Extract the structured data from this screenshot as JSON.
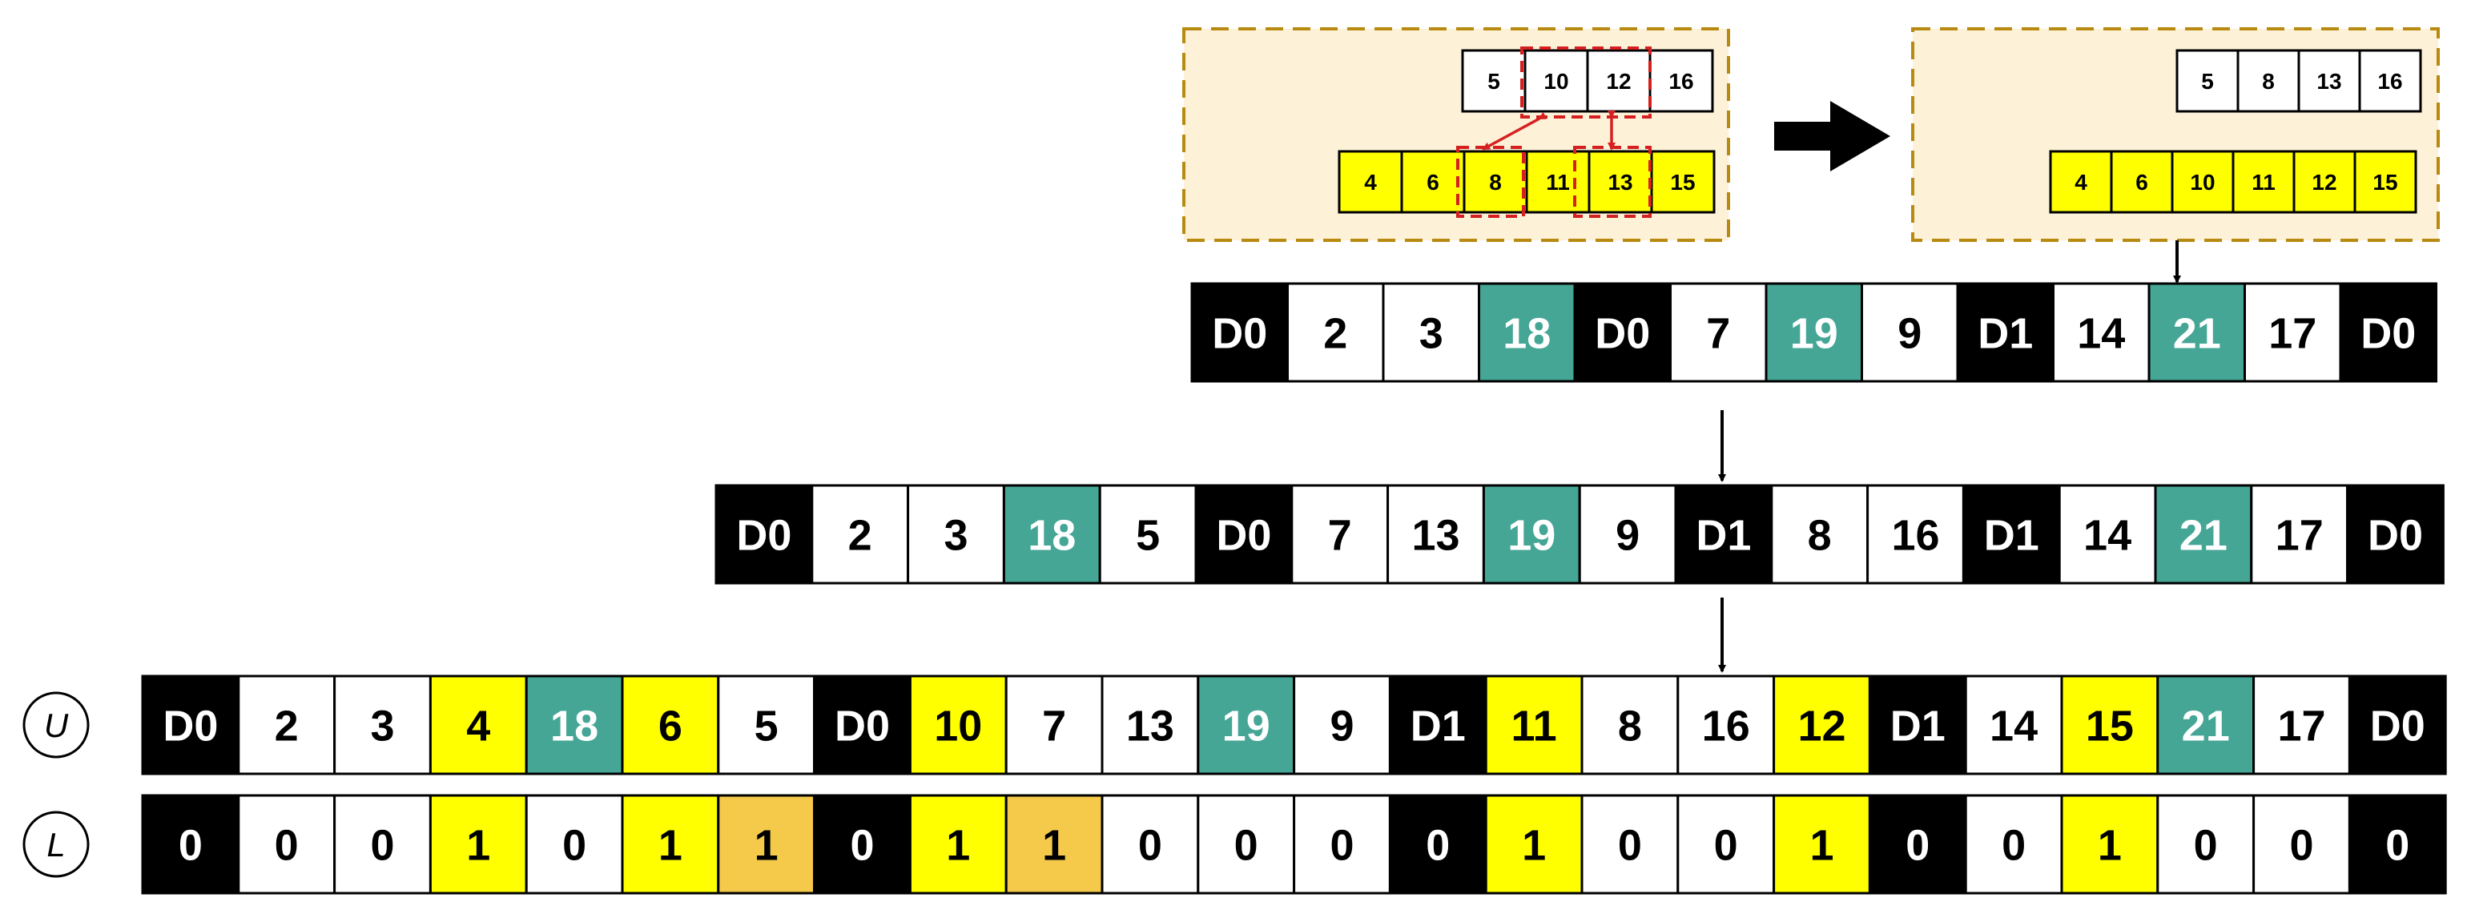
{
  "colors": {
    "black": "#000000",
    "white": "#ffffff",
    "teal": "#45a696",
    "yellow": "#ffff00",
    "orange": "#f5c94a",
    "panel_fill": "#fdf1d8",
    "panel_border": "#b88a10",
    "red": "#d62020"
  },
  "merge_panels": {
    "before": {
      "top_row": [
        "5",
        "10",
        "12",
        "16"
      ],
      "bottom_row": [
        "4",
        "6",
        "8",
        "11",
        "13",
        "15"
      ]
    },
    "after": {
      "top_row": [
        "5",
        "8",
        "13",
        "16"
      ],
      "bottom_row": [
        "4",
        "6",
        "10",
        "11",
        "12",
        "15"
      ]
    }
  },
  "rows": {
    "r1": [
      {
        "text": "D0",
        "c": "black"
      },
      {
        "text": "2",
        "c": "white"
      },
      {
        "text": "3",
        "c": "white"
      },
      {
        "text": "18",
        "c": "teal"
      },
      {
        "text": "D0",
        "c": "black"
      },
      {
        "text": "7",
        "c": "white"
      },
      {
        "text": "19",
        "c": "teal"
      },
      {
        "text": "9",
        "c": "white"
      },
      {
        "text": "D1",
        "c": "black"
      },
      {
        "text": "14",
        "c": "white"
      },
      {
        "text": "21",
        "c": "teal"
      },
      {
        "text": "17",
        "c": "white"
      },
      {
        "text": "D0",
        "c": "black"
      }
    ],
    "r2": [
      {
        "text": "D0",
        "c": "black"
      },
      {
        "text": "2",
        "c": "white"
      },
      {
        "text": "3",
        "c": "white"
      },
      {
        "text": "18",
        "c": "teal"
      },
      {
        "text": "5",
        "c": "white"
      },
      {
        "text": "D0",
        "c": "black"
      },
      {
        "text": "7",
        "c": "white"
      },
      {
        "text": "13",
        "c": "white"
      },
      {
        "text": "19",
        "c": "teal"
      },
      {
        "text": "9",
        "c": "white"
      },
      {
        "text": "D1",
        "c": "black"
      },
      {
        "text": "8",
        "c": "white"
      },
      {
        "text": "16",
        "c": "white"
      },
      {
        "text": "D1",
        "c": "black"
      },
      {
        "text": "14",
        "c": "white"
      },
      {
        "text": "21",
        "c": "teal"
      },
      {
        "text": "17",
        "c": "white"
      },
      {
        "text": "D0",
        "c": "black"
      }
    ],
    "u": [
      {
        "text": "D0",
        "c": "black"
      },
      {
        "text": "2",
        "c": "white"
      },
      {
        "text": "3",
        "c": "white"
      },
      {
        "text": "4",
        "c": "yellow"
      },
      {
        "text": "18",
        "c": "teal"
      },
      {
        "text": "6",
        "c": "yellow"
      },
      {
        "text": "5",
        "c": "white"
      },
      {
        "text": "D0",
        "c": "black"
      },
      {
        "text": "10",
        "c": "yellow"
      },
      {
        "text": "7",
        "c": "white"
      },
      {
        "text": "13",
        "c": "white"
      },
      {
        "text": "19",
        "c": "teal"
      },
      {
        "text": "9",
        "c": "white"
      },
      {
        "text": "D1",
        "c": "black"
      },
      {
        "text": "11",
        "c": "yellow"
      },
      {
        "text": "8",
        "c": "white"
      },
      {
        "text": "16",
        "c": "white"
      },
      {
        "text": "12",
        "c": "yellow"
      },
      {
        "text": "D1",
        "c": "black"
      },
      {
        "text": "14",
        "c": "white"
      },
      {
        "text": "15",
        "c": "yellow"
      },
      {
        "text": "21",
        "c": "teal"
      },
      {
        "text": "17",
        "c": "white"
      },
      {
        "text": "D0",
        "c": "black"
      }
    ],
    "l": [
      {
        "text": "0",
        "c": "black"
      },
      {
        "text": "0",
        "c": "white"
      },
      {
        "text": "0",
        "c": "white"
      },
      {
        "text": "1",
        "c": "yellow"
      },
      {
        "text": "0",
        "c": "white"
      },
      {
        "text": "1",
        "c": "yellow"
      },
      {
        "text": "1",
        "c": "orange"
      },
      {
        "text": "0",
        "c": "black"
      },
      {
        "text": "1",
        "c": "yellow"
      },
      {
        "text": "1",
        "c": "orange"
      },
      {
        "text": "0",
        "c": "white"
      },
      {
        "text": "0",
        "c": "white"
      },
      {
        "text": "0",
        "c": "white"
      },
      {
        "text": "0",
        "c": "black"
      },
      {
        "text": "1",
        "c": "yellow"
      },
      {
        "text": "0",
        "c": "white"
      },
      {
        "text": "0",
        "c": "white"
      },
      {
        "text": "1",
        "c": "yellow"
      },
      {
        "text": "0",
        "c": "black"
      },
      {
        "text": "0",
        "c": "white"
      },
      {
        "text": "1",
        "c": "yellow"
      },
      {
        "text": "0",
        "c": "white"
      },
      {
        "text": "0",
        "c": "white"
      },
      {
        "text": "0",
        "c": "black"
      }
    ]
  },
  "row_labels": {
    "u": "U",
    "l": "L"
  }
}
